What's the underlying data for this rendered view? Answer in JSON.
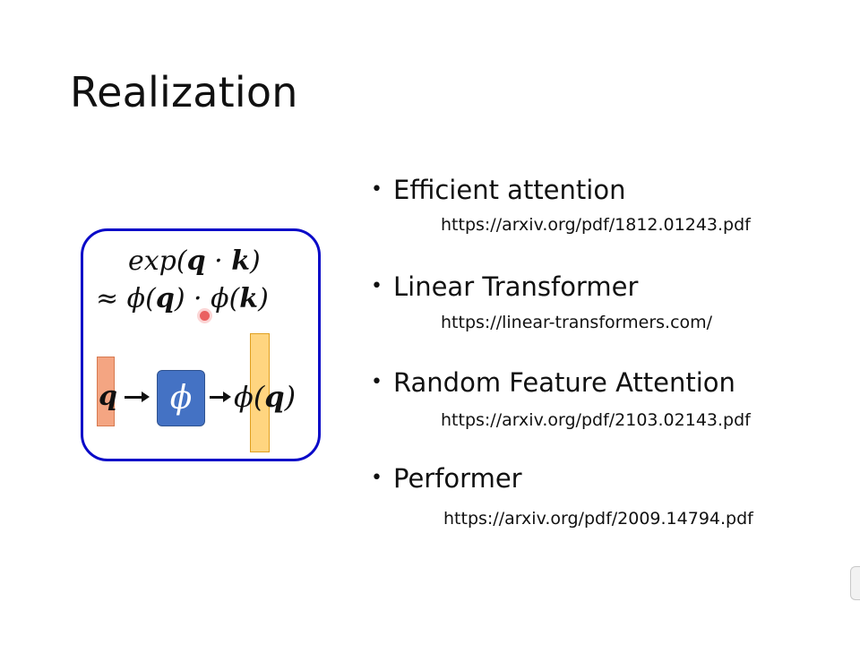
{
  "slide": {
    "title": "Realization",
    "equation": {
      "line1_prefix": "exp(",
      "line1_q": "q",
      "line1_dot": " · ",
      "line1_k": "k",
      "line1_suffix": ")",
      "line2_prefix": "≈ ϕ(",
      "line2_q": "q",
      "line2_mid": ") · ϕ(",
      "line2_k": "k",
      "line2_suffix": ")"
    },
    "diagram": {
      "input_label": "q",
      "func_label": "ϕ",
      "output_prefix": "ϕ(",
      "output_q": "q",
      "output_suffix": ")"
    },
    "items": [
      {
        "bullet": "•",
        "title": "Efficient attention",
        "link": "https://arxiv.org/pdf/1812.01243.pdf"
      },
      {
        "bullet": "•",
        "title": "Linear Transformer",
        "link": "https://linear-transformers.com/"
      },
      {
        "bullet": "•",
        "title": "Random Feature Attention",
        "link": "https://arxiv.org/pdf/2103.02143.pdf"
      },
      {
        "bullet": "•",
        "title": "Performer",
        "link": "https://arxiv.org/pdf/2009.14794.pdf"
      }
    ]
  }
}
